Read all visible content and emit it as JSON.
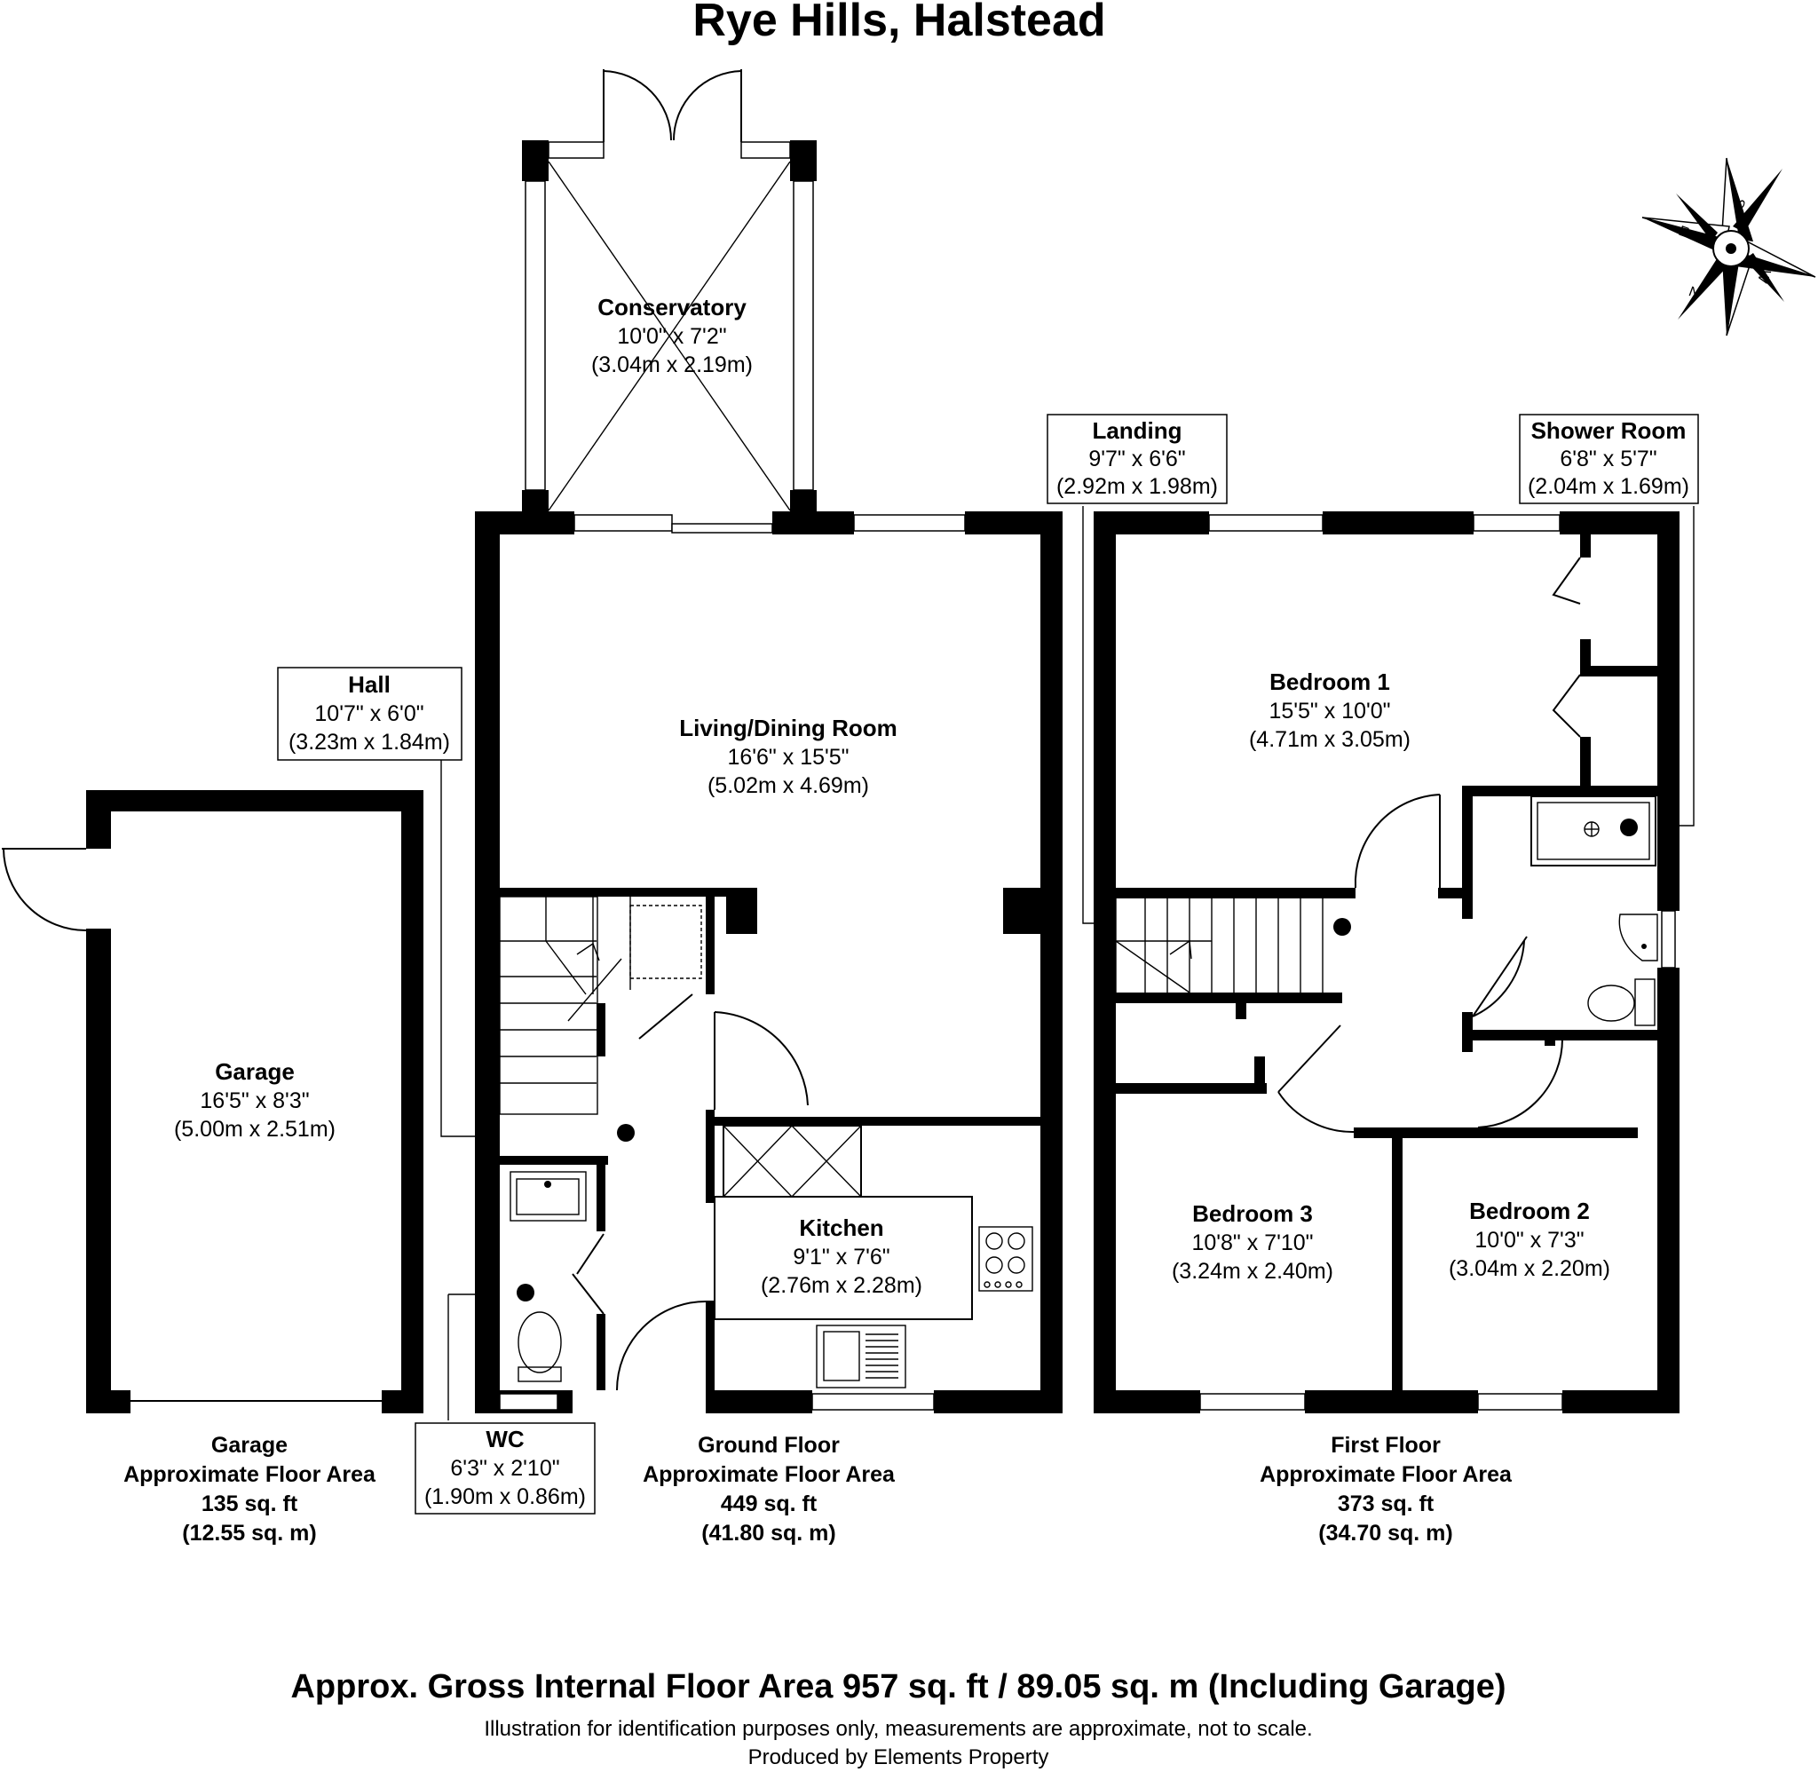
{
  "title": "Rye Hills, Halstead",
  "rooms": {
    "conservatory": {
      "name": "Conservatory",
      "imperial": "10'0\" x 7'2\"",
      "metric": "(3.04m x 2.19m)"
    },
    "landing": {
      "name": "Landing",
      "imperial": "9'7\" x 6'6\"",
      "metric": "(2.92m x 1.98m)"
    },
    "shower_room": {
      "name": "Shower Room",
      "imperial": "6'8\" x 5'7\"",
      "metric": "(2.04m x 1.69m)"
    },
    "hall": {
      "name": "Hall",
      "imperial": "10'7\" x 6'0\"",
      "metric": "(3.23m x 1.84m)"
    },
    "living": {
      "name": "Living/Dining Room",
      "imperial": "16'6\" x 15'5\"",
      "metric": "(5.02m x 4.69m)"
    },
    "bedroom1": {
      "name": "Bedroom 1",
      "imperial": "15'5\" x 10'0\"",
      "metric": "(4.71m x 3.05m)"
    },
    "garage": {
      "name": "Garage",
      "imperial": "16'5\" x 8'3\"",
      "metric": "(5.00m x 2.51m)"
    },
    "kitchen": {
      "name": "Kitchen",
      "imperial": "9'1\" x 7'6\"",
      "metric": "(2.76m x 2.28m)"
    },
    "bedroom3": {
      "name": "Bedroom 3",
      "imperial": "10'8\" x 7'10\"",
      "metric": "(3.24m x 2.40m)"
    },
    "bedroom2": {
      "name": "Bedroom 2",
      "imperial": "10'0\" x 7'3\"",
      "metric": "(3.04m x 2.20m)"
    },
    "wc": {
      "name": "WC",
      "imperial": "6'3\" x 2'10\"",
      "metric": "(1.90m x 0.86m)"
    }
  },
  "areas": {
    "garage": {
      "line1": "Garage",
      "line2": "Approximate Floor Area",
      "sqft": "135 sq. ft",
      "sqm": "(12.55 sq. m)"
    },
    "ground": {
      "line1": "Ground Floor",
      "line2": "Approximate Floor Area",
      "sqft": "449 sq. ft",
      "sqm": "(41.80 sq. m)"
    },
    "first": {
      "line1": "First Floor",
      "line2": "Approximate Floor Area",
      "sqft": "373 sq. ft",
      "sqm": "(34.70 sq. m)"
    }
  },
  "gross": "Approx. Gross Internal Floor Area 957 sq. ft / 89.05 sq. m (Including Garage)",
  "disclaimer": "Illustration for identification purposes only, measurements are approximate, not to scale.",
  "producer": "Produced by Elements Property",
  "compass": {
    "n": "N",
    "e": "E",
    "s": "S",
    "w": "W"
  }
}
